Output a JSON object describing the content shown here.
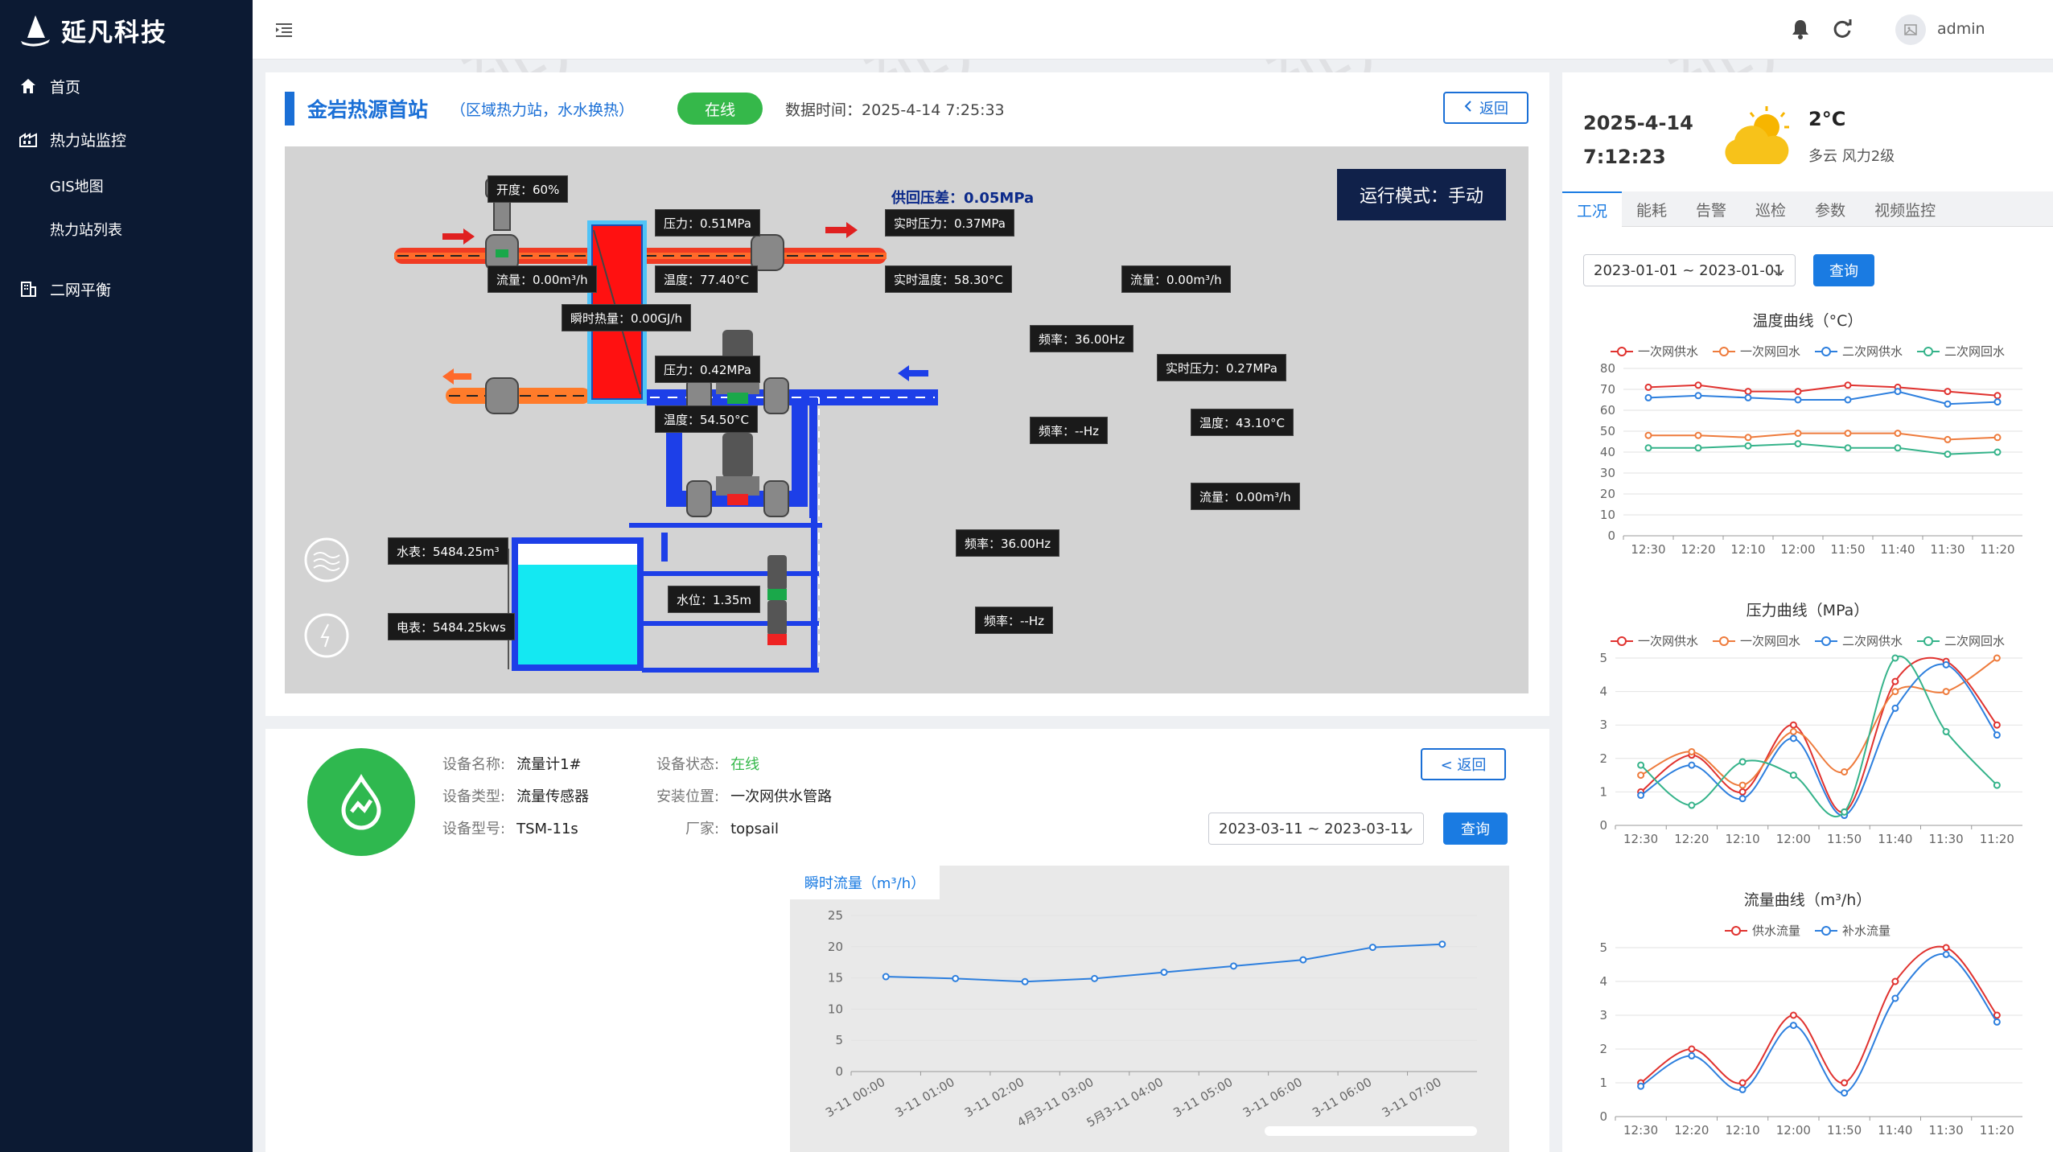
{
  "app": {
    "name": "延凡科技",
    "user": "admin"
  },
  "sidebar": {
    "items": [
      {
        "label": "首页",
        "icon": "home-icon"
      },
      {
        "label": "热力站监控",
        "icon": "station-icon"
      },
      {
        "label": "GIS地图",
        "sub": true
      },
      {
        "label": "热力站列表",
        "sub": true
      },
      {
        "label": "二网平衡",
        "icon": "building-icon"
      }
    ]
  },
  "station": {
    "title": "金岩热源首站",
    "subtitle": "（区域热力站，水水换热）",
    "status": "在线",
    "data_time_label": "数据时间：2025-4-14 7:25:33",
    "back_label": "返回",
    "run_mode": "运行模式：手动",
    "supply_return_diff": "供回压差：0.05MPa",
    "tags": {
      "opening": "开度：60%",
      "p_in": "压力：0.51MPa",
      "flow_in": "流量：0.00m³/h",
      "t_in": "温度：77.40°C",
      "heat": "瞬时热量：0.00GJ/h",
      "p_rt": "实时压力：0.37MPa",
      "t_rt": "实时温度：58.30°C",
      "flow_out": "流量：0.00m³/h",
      "freq1": "频率：36.00Hz",
      "p_ret": "压力：0.42MPa",
      "p_rt2": "实时压力：0.27MPa",
      "t_ret": "温度：54.50°C",
      "freq2": "频率：--Hz",
      "t_ret2": "温度：43.10°C",
      "flow_ret": "流量：0.00m³/h",
      "freq3": "频率：36.00Hz",
      "freq4": "频率：--Hz",
      "water_meter": "水表：5484.25m³",
      "elec_meter": "电表：5484.25kws",
      "level": "水位：1.35m"
    }
  },
  "device": {
    "fields": [
      {
        "k": "设备名称:",
        "v": "流量计1#"
      },
      {
        "k": "设备状态:",
        "v": "在线"
      },
      {
        "k": "设备类型:",
        "v": "流量传感器"
      },
      {
        "k": "安装位置:",
        "v": "一次网供水管路"
      },
      {
        "k": "设备型号:",
        "v": "TSM-11s"
      },
      {
        "k": "厂家:",
        "v": "topsail"
      }
    ],
    "back_label": "< 返回",
    "date_range": "2023-03-11 ~ 2023-03-11",
    "query_label": "查询",
    "tab_label": "瞬时流量（m³/h）"
  },
  "right": {
    "date": "2025-4-14",
    "time": "7:12:23",
    "temp": "2°C",
    "condition": "多云 风力2级",
    "tabs": [
      "工况",
      "能耗",
      "告警",
      "巡检",
      "参数",
      "视频监控"
    ],
    "date_range": "2023-01-01 ~ 2023-01-01",
    "query_label": "查询"
  },
  "colors": {
    "red": "#e0322f",
    "orange": "#ee7b3c",
    "blue": "#2d7fde",
    "green": "#35b38a"
  },
  "chart_data": [
    {
      "type": "line",
      "title": "温度曲线（°C）",
      "categories": [
        "12:30",
        "12:20",
        "12:10",
        "12:00",
        "11:50",
        "11:40",
        "11:30",
        "11:20"
      ],
      "ylim": [
        0,
        80
      ],
      "yticks": [
        0,
        10,
        20,
        30,
        40,
        50,
        60,
        70,
        80
      ],
      "grid": true,
      "legend_position": "top",
      "series": [
        {
          "name": "一次网供水",
          "color": "#e0322f",
          "values": [
            71,
            72,
            69,
            69,
            72,
            71,
            69,
            67
          ]
        },
        {
          "name": "一次网回水",
          "color": "#ee7b3c",
          "values": [
            48,
            48,
            47,
            49,
            49,
            49,
            46,
            47
          ]
        },
        {
          "name": "二次网供水",
          "color": "#2d7fde",
          "values": [
            66,
            67,
            66,
            65,
            65,
            69,
            63,
            64
          ]
        },
        {
          "name": "二次网回水",
          "color": "#35b38a",
          "values": [
            42,
            42,
            43,
            44,
            42,
            42,
            39,
            40
          ]
        }
      ]
    },
    {
      "type": "line",
      "title": "压力曲线（MPa）",
      "categories": [
        "12:30",
        "12:20",
        "12:10",
        "12:00",
        "11:50",
        "11:40",
        "11:30",
        "11:20"
      ],
      "ylim": [
        0,
        5
      ],
      "yticks": [
        0,
        1,
        2,
        3,
        4,
        5
      ],
      "grid": true,
      "legend_position": "top",
      "smooth": true,
      "series": [
        {
          "name": "一次网供水",
          "color": "#e0322f",
          "values": [
            1.0,
            2.1,
            1.0,
            3.0,
            0.4,
            4.3,
            4.9,
            3.0
          ]
        },
        {
          "name": "一次网回水",
          "color": "#ee7b3c",
          "values": [
            1.5,
            2.2,
            1.2,
            2.8,
            1.6,
            4.0,
            4.0,
            5.0
          ]
        },
        {
          "name": "二次网供水",
          "color": "#2d7fde",
          "values": [
            0.9,
            1.8,
            0.8,
            2.6,
            0.3,
            3.5,
            4.8,
            2.7
          ]
        },
        {
          "name": "二次网回水",
          "color": "#35b38a",
          "values": [
            1.8,
            0.6,
            1.9,
            1.5,
            0.4,
            5.0,
            2.8,
            1.2
          ]
        }
      ]
    },
    {
      "type": "line",
      "title": "流量曲线（m³/h）",
      "categories": [
        "12:30",
        "12:20",
        "12:10",
        "12:00",
        "11:50",
        "11:40",
        "11:30",
        "11:20"
      ],
      "ylim": [
        0,
        5
      ],
      "yticks": [
        0,
        1,
        2,
        3,
        4,
        5
      ],
      "grid": true,
      "legend_position": "top",
      "smooth": true,
      "series": [
        {
          "name": "供水流量",
          "color": "#e0322f",
          "values": [
            1.0,
            2.0,
            1.0,
            3.0,
            1.0,
            4.0,
            5.0,
            3.0
          ]
        },
        {
          "name": "补水流量",
          "color": "#2d7fde",
          "values": [
            0.9,
            1.8,
            0.8,
            2.7,
            0.7,
            3.5,
            4.8,
            2.8
          ]
        }
      ]
    },
    {
      "type": "line",
      "title": "",
      "categories": [
        "3-11 00:00",
        "3-11 01:00",
        "3-11 02:00",
        "4月3-11 03:00",
        "5月3-11 04:00",
        "3-11 05:00",
        "3-11 06:00",
        "3-11 06:00",
        "3-11 07:00"
      ],
      "ylim": [
        0,
        25
      ],
      "yticks": [
        0,
        5,
        10,
        15,
        20,
        25
      ],
      "grid": true,
      "series": [
        {
          "color": "#2d7fde",
          "values": [
            15.2,
            14.9,
            14.4,
            14.9,
            15.9,
            16.9,
            17.9,
            19.9,
            20.4
          ]
        }
      ]
    }
  ]
}
